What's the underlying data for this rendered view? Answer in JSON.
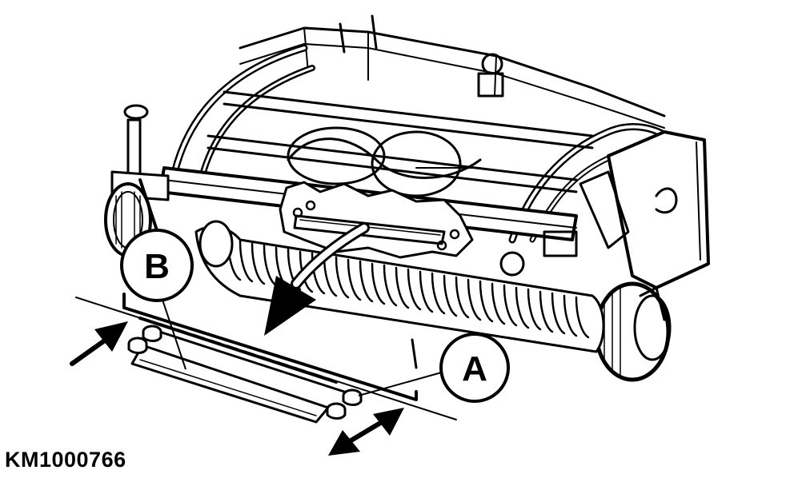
{
  "callouts": {
    "a": "A",
    "b": "B"
  },
  "figure_id": "KM1000766",
  "colors": {
    "ink": "#000000",
    "paper": "#ffffff"
  }
}
